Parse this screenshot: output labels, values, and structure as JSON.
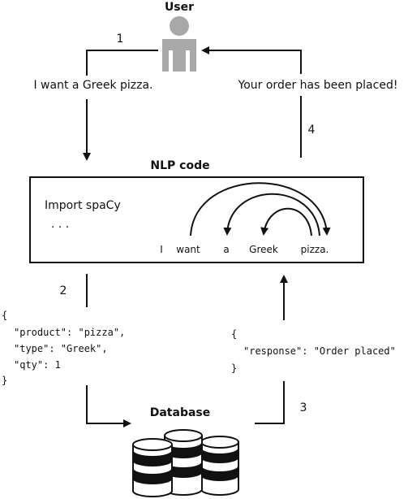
{
  "user": {
    "label": "User",
    "icon": "user-icon"
  },
  "steps": {
    "one": "1",
    "two": "2",
    "three": "3",
    "four": "4"
  },
  "messages": {
    "request": "I want a Greek pizza.",
    "response": "Your order has been placed!"
  },
  "nlp": {
    "title": "NLP code",
    "code_line1": "Import spaCy",
    "code_line2": ". . .",
    "tokens": [
      "I",
      "want",
      "a",
      "Greek",
      "pizza."
    ]
  },
  "json_out": {
    "open": "{",
    "line1": "\"product\": \"pizza\",",
    "line2": "\"type\": \"Greek\",",
    "line3": "\"qty\": 1",
    "close": "}"
  },
  "json_in": {
    "open": "{",
    "line1": "\"response\": \"Order placed\"",
    "close": "}"
  },
  "database": {
    "label": "Database",
    "icon": "database-icon"
  },
  "colors": {
    "stroke": "#111111",
    "icon_fill": "#a8a8a8"
  }
}
